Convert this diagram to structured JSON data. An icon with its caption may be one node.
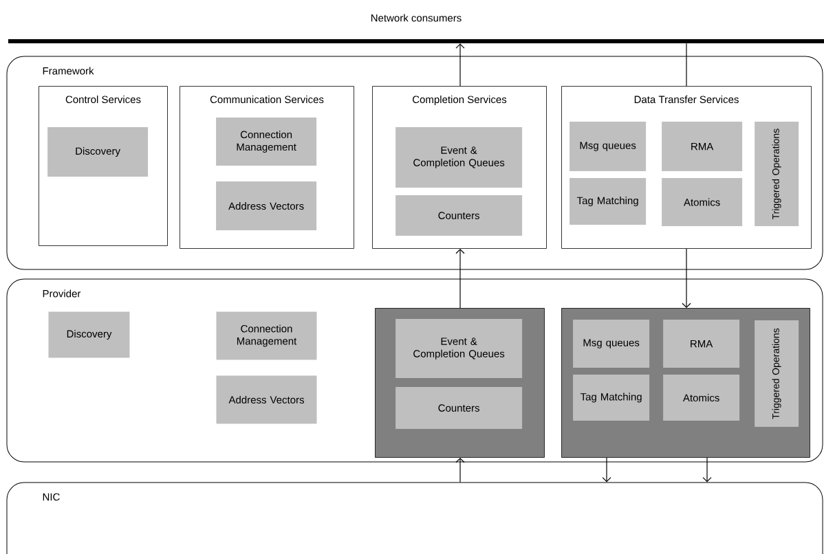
{
  "diagram": {
    "nodes": [
      {
        "text": [
          "Network consumers"
        ]
      },
      {
        "text": [
          "Framework"
        ]
      },
      {
        "text": [
          "Control Services"
        ],
        "in": 1
      },
      {
        "text": [
          "Discovery"
        ],
        "in": 2
      },
      {
        "text": [
          "Communication Services"
        ],
        "in": 1
      },
      {
        "text": [
          "Connection Management"
        ],
        "in": 4
      },
      {
        "text": [
          "Address Vectors"
        ],
        "in": 4
      },
      {
        "text": [
          "Completion Services"
        ],
        "in": 1
      },
      {
        "text": [
          "Event & Completion Queues"
        ],
        "in": 7
      },
      {
        "text": [
          "Counters"
        ],
        "in": 7
      },
      {
        "text": [
          "Data Transfer Services"
        ],
        "in": 1
      },
      {
        "text": [
          "Msg queues"
        ],
        "in": 10
      },
      {
        "text": [
          "RMA"
        ],
        "in": 10
      },
      {
        "text": [
          "Tag Matching"
        ],
        "in": 10
      },
      {
        "text": [
          "Atomics"
        ],
        "in": 10
      },
      {
        "text": [
          "Triggered Operations"
        ],
        "in": 10
      },
      {
        "text": [
          "Provider"
        ]
      },
      {
        "text": [
          "Discovery"
        ],
        "in": 16
      },
      {
        "text": [
          "Connection Management"
        ],
        "in": 16
      },
      {
        "text": [
          "Address Vectors"
        ],
        "in": 16
      },
      {
        "text": [],
        "shape": "box",
        "in": 16
      },
      {
        "text": [
          "Event & Completion Queues"
        ],
        "in": 20
      },
      {
        "text": [
          "Counters"
        ],
        "in": 20
      },
      {
        "text": [],
        "shape": "box",
        "in": 16
      },
      {
        "text": [
          "Msg queues"
        ],
        "in": 23
      },
      {
        "text": [
          "RMA"
        ],
        "in": 23
      },
      {
        "text": [
          "Tag Matching"
        ],
        "in": 23
      },
      {
        "text": [
          "Atomics"
        ],
        "in": 23
      },
      {
        "text": [
          "Triggered Operations"
        ],
        "in": 23
      },
      {
        "text": [
          "NIC"
        ]
      }
    ],
    "edges": [
      {
        "from": 7,
        "to": 0,
        "arrow": "to"
      },
      {
        "from": 0,
        "to": 10,
        "arrow": "none"
      },
      {
        "from": 10,
        "to": 23,
        "arrow": "to"
      },
      {
        "from": 20,
        "to": 7,
        "arrow": "to"
      },
      {
        "from": 29,
        "to": 20,
        "arrow": "to"
      },
      {
        "from": 23,
        "to": 29,
        "arrow": "to"
      },
      {
        "from": 23,
        "to": 29,
        "arrow": "to"
      }
    ]
  }
}
